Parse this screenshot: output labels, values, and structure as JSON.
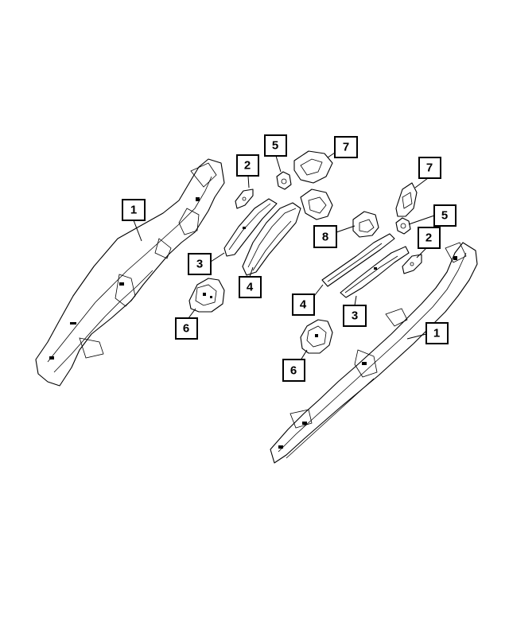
{
  "callouts": [
    {
      "label": "1"
    },
    {
      "label": "2"
    },
    {
      "label": "3"
    },
    {
      "label": "4"
    },
    {
      "label": "5"
    },
    {
      "label": "6"
    },
    {
      "label": "7"
    },
    {
      "label": "8"
    },
    {
      "label": "7"
    },
    {
      "label": "5"
    },
    {
      "label": "2"
    },
    {
      "label": "4"
    },
    {
      "label": "3"
    },
    {
      "label": "6"
    },
    {
      "label": "1"
    }
  ],
  "colors": {
    "line": "#000000",
    "background": "#ffffff"
  }
}
